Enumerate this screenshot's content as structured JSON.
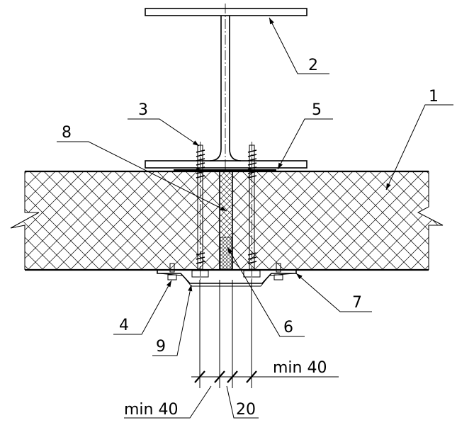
{
  "title": "Sandwich panel to steel I-beam fastening detail",
  "callouts": [
    {
      "id": "1",
      "label": "1"
    },
    {
      "id": "2",
      "label": "2"
    },
    {
      "id": "3",
      "label": "3"
    },
    {
      "id": "4",
      "label": "4"
    },
    {
      "id": "5",
      "label": "5"
    },
    {
      "id": "6",
      "label": "6"
    },
    {
      "id": "7",
      "label": "7"
    },
    {
      "id": "8",
      "label": "8"
    },
    {
      "id": "9",
      "label": "9"
    }
  ],
  "dimensions": {
    "top_min": "min 40",
    "bottom_min": "min 40",
    "gap": "20"
  }
}
